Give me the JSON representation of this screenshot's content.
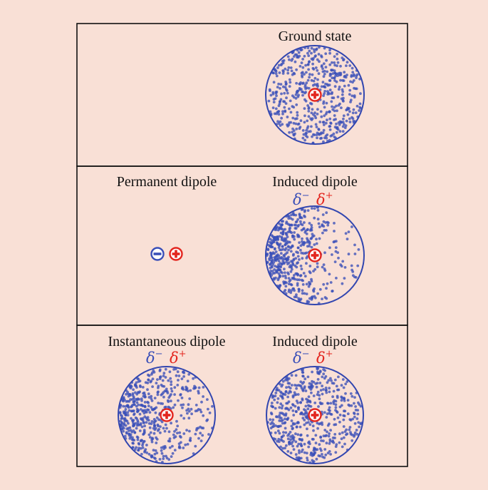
{
  "colors": {
    "background": "#f9e0d6",
    "electron": "#3a4fb8",
    "nucleus": "#e3261f",
    "outline": "#3246b0",
    "border": "#111111"
  },
  "panels": [
    {
      "atoms": [
        {
          "title": "Ground state",
          "distribution": "uniform",
          "delta_minus": "",
          "delta_plus": ""
        }
      ]
    },
    {
      "dipole": {
        "title": "Permanent dipole",
        "negative_icon": "minus-circle-icon",
        "positive_icon": "plus-circle-icon"
      },
      "atoms": [
        {
          "title": "Induced dipole",
          "distribution": "strongly-left-shifted",
          "delta_minus": "δ−",
          "delta_plus": "δ+"
        }
      ]
    },
    {
      "atoms": [
        {
          "title": "Instantaneous dipole",
          "distribution": "left-shifted",
          "delta_minus": "δ−",
          "delta_plus": "δ+"
        },
        {
          "title": "Induced dipole",
          "distribution": "slightly-left-shifted",
          "delta_minus": "δ−",
          "delta_plus": "δ+"
        }
      ]
    }
  ]
}
